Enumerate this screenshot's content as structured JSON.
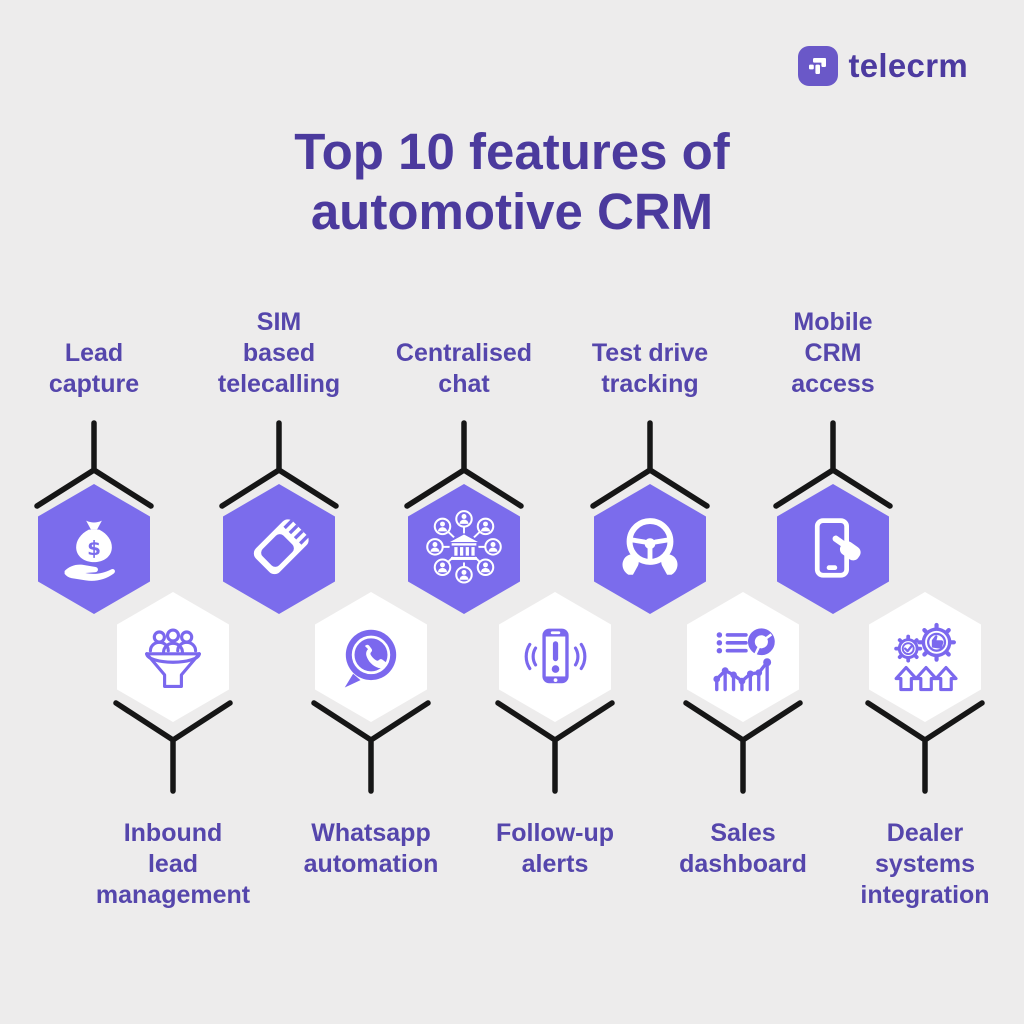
{
  "logo": {
    "text": "telecrm",
    "icon": "telecrm-logo-icon",
    "badge_color": "#6A58C8",
    "text_color": "#4C3AA0"
  },
  "title": {
    "text": "Top 10 features of\nautomotive CRM",
    "color": "#4B3A9D"
  },
  "colors": {
    "background": "#EDECEC",
    "hexagon_purple": "#7B6CEC",
    "hexagon_white": "#FFFFFF",
    "icon_on_purple": "#FFFFFF",
    "icon_on_white": "#7B68EE",
    "label_text": "#5546AC",
    "connector_line": "#161616"
  },
  "features_top": [
    {
      "label": "Lead\ncapture",
      "icon": "money-bag-hand-icon"
    },
    {
      "label": "SIM\nbased\ntelecalling",
      "icon": "sim-card-icon"
    },
    {
      "label": "Centralised\nchat",
      "icon": "network-hub-icon"
    },
    {
      "label": "Test drive\ntracking",
      "icon": "steering-wheel-hands-icon"
    },
    {
      "label": "Mobile\nCRM\naccess",
      "icon": "mobile-touch-icon"
    }
  ],
  "features_bottom": [
    {
      "label": "Inbound\nlead\nmanagement",
      "icon": "lead-funnel-icon"
    },
    {
      "label": "Whatsapp\nautomation",
      "icon": "whatsapp-icon"
    },
    {
      "label": "Follow-up\nalerts",
      "icon": "phone-alert-icon"
    },
    {
      "label": "Sales\ndashboard",
      "icon": "sales-dashboard-icon"
    },
    {
      "label": "Dealer\nsystems\nintegration",
      "icon": "gears-integration-icon"
    }
  ]
}
